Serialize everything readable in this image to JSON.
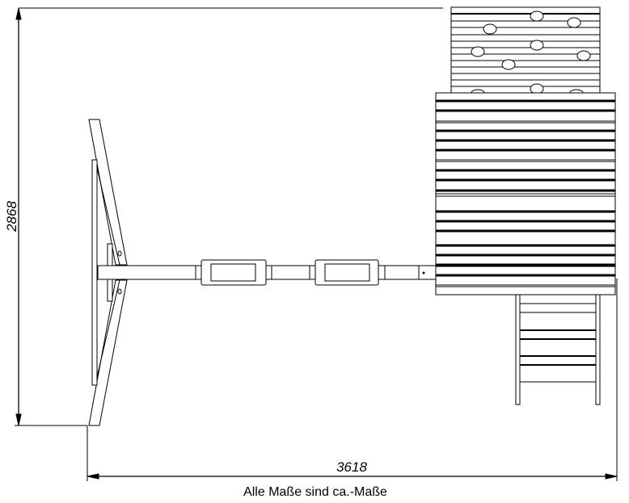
{
  "dimensions": {
    "height_label": "2868",
    "width_label": "3618"
  },
  "caption": "Alle Maße sind ca.-Maße",
  "colors": {
    "line": "#000000",
    "background": "#ffffff"
  }
}
